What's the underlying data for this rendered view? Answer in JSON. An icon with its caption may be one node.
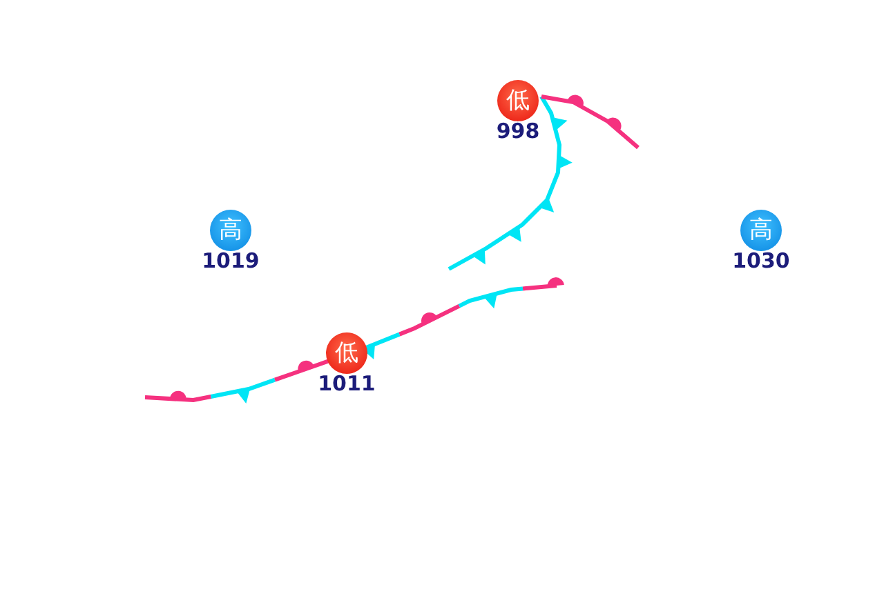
{
  "diagram": {
    "nodes": [
      {
        "text": [
          "低",
          "998"
        ]
      },
      {
        "text": [
          "高",
          "1019"
        ]
      },
      {
        "text": [
          "高",
          "1030"
        ]
      },
      {
        "text": [
          "低",
          "1011"
        ]
      }
    ]
  }
}
